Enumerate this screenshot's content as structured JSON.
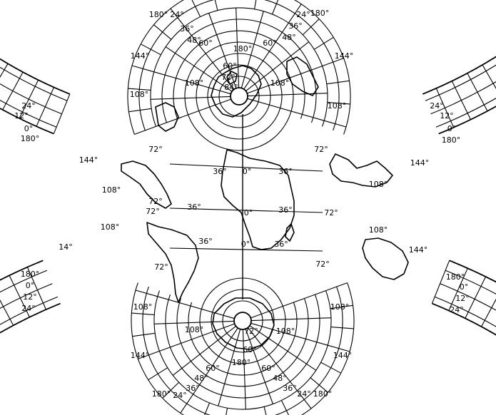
{
  "map": {
    "projection_labels": {
      "lon_180": "180°",
      "lon_144": "144°",
      "lon_108": "108°",
      "lon_72": "72°",
      "lon_36": "36°",
      "lon_0": "0°",
      "lon_14": "14°",
      "lat_84": "84°",
      "lat_72": "72°",
      "lat_60": "60°",
      "lat_48": "48°",
      "lat_36": "36°",
      "lat_24": "24°",
      "lat_12": "12°",
      "lat_0": "0°"
    },
    "colors": {
      "ink": "#000000",
      "paper": "#ffffff"
    }
  }
}
